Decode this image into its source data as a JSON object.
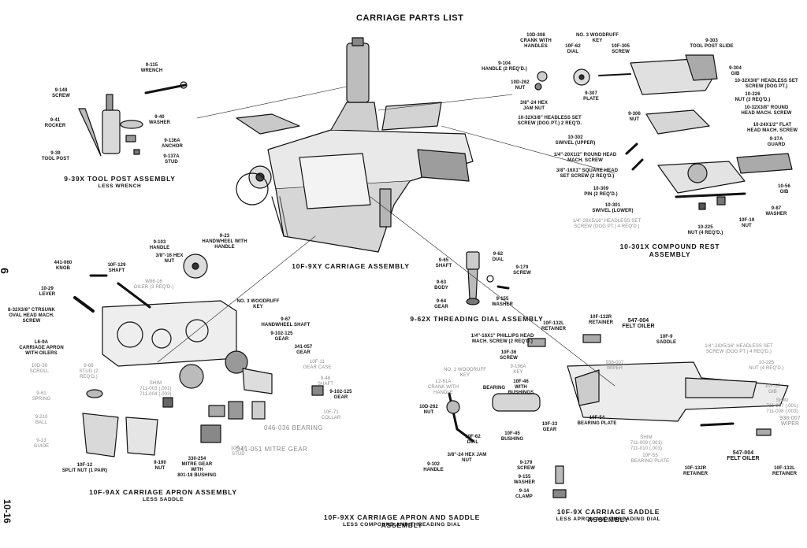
{
  "title": "CARRIAGE PARTS LIST",
  "page_side_number": "6",
  "page_code": "10-16",
  "assemblies": {
    "tool_post": {
      "title": "9-39X   TOOL POST ASSEMBLY",
      "subtitle": "LESS WRENCH"
    },
    "carriage": {
      "title": "10F-9XY   CARRIAGE ASSEMBLY"
    },
    "compound_rest": {
      "title": "10-301X   COMPOUND REST ASSEMBLY"
    },
    "threading_dial": {
      "title": "9-62X   THREADING DIAL ASSEMBLY"
    },
    "apron": {
      "title": "10F-9AX   CARRIAGE APRON ASSEMBLY",
      "subtitle": "LESS SADDLE"
    },
    "apron_saddle": {
      "title": "10F-9XX   CARRIAGE APRON AND SADDLE ASSEMBLY",
      "subtitle": "LESS COMPOUND AND THREADING DIAL"
    },
    "saddle": {
      "title": "10F-9X   CARRIAGE SADDLE ASSEMBLY",
      "subtitle": "LESS APRON AND THREADING DIAL"
    }
  },
  "labels": {
    "tp_wrench": "9-115\nWRENCH",
    "tp_screw": "9-148\nSCREW",
    "tp_rocker": "9-41\nROCKER",
    "tp_washer": "9-40\nWASHER",
    "tp_anchor": "9-136A\nANCHOR",
    "tp_stud": "9-137A\nSTUD",
    "tp_toolpost": "9-39\nTOOL POST",
    "cr_crank": "10D-308\nCRANK with\nhandles",
    "cr_handle": "9-104\nHANDLE (2 REQ'D.)",
    "cr_nut": "10D-262\nNUT",
    "cr_dial": "10F-62\nDIAL",
    "cr_woodruff": "No. 3 WOODRUFF\nKEY",
    "cr_screw305": "10F-305\nSCREW",
    "cr_slide": "9-303\nTOOL POST SLIDE",
    "cr_gib304": "9-304\nGIB",
    "cr_setscrew_top": "10-32x3/8\" HEADLESS SET\nSCREW (DOG PT.)",
    "cr_nut226": "10-226\nNUT (3 REQ'D.)",
    "cr_roundhead": "10-32x3/8\" ROUND\nHEAD MACH. SCREW",
    "cr_plate": "9-307\nPLATE",
    "cr_jamnut": "3/8\"-24 HEX\nJAM NUT",
    "cr_setscrew_mid": "10-32x3/8\" HEADLESS SET\nSCREW (DOG PT.) 2 REQ'D.",
    "cr_nut306": "9-306\nNUT",
    "cr_flathead": "10-24x1/2\" FLAT\nHEAD MACH. SCREW",
    "cr_guard": "9-37A\nGUARD",
    "cr_swivel_upper": "10-302\nSWIVEL (UPPER)",
    "cr_roundhead2": "1/4\"-20x1/2\" ROUND HEAD\nMACH. SCREW",
    "cr_squarehead": "3/8\"-16x1\" SQUARE HEAD\nSET SCREW (2 REQ'D.)",
    "cr_pin": "10-309\nPIN (2 REQ'D.)",
    "cr_gib56": "10-56\nGIB",
    "cr_swivel_lower": "10-301\nSWIVEL (LOWER)",
    "cr_washer87": "9-87\nWASHER",
    "cr_nut19": "10F-19\nNUT",
    "cr_setscrew_low": "1/4\"-28x5/16\" HEADLESS SET\nSCREW (DOG PT.) 4 REQ'D.)",
    "cr_nut225": "10-225\nNUT (4 REQ'D.)",
    "ap_handle": "9-103\nHANDLE",
    "ap_hexnut": "3/8\"-16 HEX\nNUT",
    "ap_handwheel": "9-23\nHANDWHEEL with\nhandle",
    "ap_oiler": "W86-16\nOILER (3 REQ'D.)",
    "ap_knob": "441-060\nKNOB",
    "ap_shaft": "10F-129\nSHAFT",
    "ap_lever": "10-29\nLEVER",
    "ap_ctrsunk": "8-32x3/8\" CTRSUNK\nOVAL HEAD MACH.\nSCREW",
    "ap_apron": "L6-9A\nCARRIAGE APRON\nWITH OILERS",
    "ap_woodruff": "No. 3 WOODRUFF\nKEY",
    "ap_hw_shaft": "9-67\nHANDWHEEL SHAFT",
    "ap_gear125": "9-102-125\nGEAR",
    "ap_gear057": "341-057\nGEAR",
    "ap_scroll": "10D-38\nSCROLL",
    "ap_stud66": "9-66\nSTUD (2 Req'd.)",
    "ap_shim": "SHIM\n711-003 (.001)\n711-004 (.003)",
    "ap_gearcase": "10F-11\nGEAR CASE",
    "ap_shaft48": "9-48\nSHAFT",
    "ap_gear125b": "9-102-125\nGEAR",
    "ap_spring": "9-61\nSPRING",
    "ap_ball": "9-210\nBALL",
    "ap_guide": "9-13\nGUIDE",
    "ap_splitnut": "10F-12\nSPLIT NUT (1 PAIR)",
    "ap_nut190": "9-190\nNUT",
    "ap_stud17": "10F-17\nSTUD",
    "ap_collar": "10F-71\nCOLLAR",
    "ap_bearing": "046-036\nBEARING",
    "ap_mitre_gear": "341-051\nMITRE GEAR",
    "ap_mitre_bushing": "330-254\nMITRE GEAR\nWITH\n801-18 BUSHING",
    "td_shaft": "9-65\nSHAFT",
    "td_dial": "9-62\nDIAL",
    "td_screw": "9-179\nSCREW",
    "td_body": "9-63\nBODY",
    "td_gear": "9-64\nGEAR",
    "td_washer": "9-155\nWASHER",
    "sd_retainer_l": "10F-132L\nRETAINER",
    "sd_retainer_r": "10F-132R\nRETAINER",
    "sd_felt": "547-004\nFELT OILER",
    "sd_phillips": "1/4\"-16x1\" PHILLIPS HEAD\nMACH. SCREW (2 REQ'D.)",
    "sd_saddle": "10F-9\nSADDLE",
    "sd_setscrew": "1/4\"-28x5/16\" HEADLESS SET\nSCREW (DOG PT.) 4 REQ'D.)",
    "sd_nut225": "10-225\nNUT (4 REQ'D.)",
    "sd_gib57": "10F-57\nGIB",
    "sd_screw36": "10F-36\nSCREW",
    "sd_key": "9-196A\nKEY",
    "sd_crank": "L2-61A\nCRANK with\nhandle",
    "sd_woodruff": "No. 1 WOODRUFF\nKEY",
    "sd_bearing": "BEARING",
    "sd_bushings": "10F-46\nwith\nbushings",
    "sd_nut262": "10D-262\nNUT",
    "sd_dial": "10F-62\nDIAL",
    "sd_bushing45": "10F-45\nBUSHING",
    "sd_gear33": "10F-33\nGEAR",
    "sd_bearing_plate": "10F-54\nBEARING PLATE",
    "sd_shim": "SHIM\n711-009 (.001)\n711-010 (.003)",
    "sd_shim2": "SHIM\n711-007 (.001)\n711-008 (.003)",
    "sd_wiper": "938-007\nWIPER",
    "sd_wiper2": "938-007\nWIPER",
    "sd_bearing_plate2": "10F-55\nBEARING PLATE",
    "sd_handle": "9-102\nHANDLE",
    "sd_jamnut": "3/8\"-24 HEX JAM\nNUT",
    "sd_screw179": "9-179\nSCREW",
    "sd_washer155": "9-155\nWASHER",
    "sd_clamp": "9-14\nCLAMP",
    "sd_retainer_r2": "10F-132R\nRETAINER",
    "sd_felt2": "547-004\nFELT OILER",
    "sd_retainer_l2": "10F-132L\nRETAINER"
  }
}
